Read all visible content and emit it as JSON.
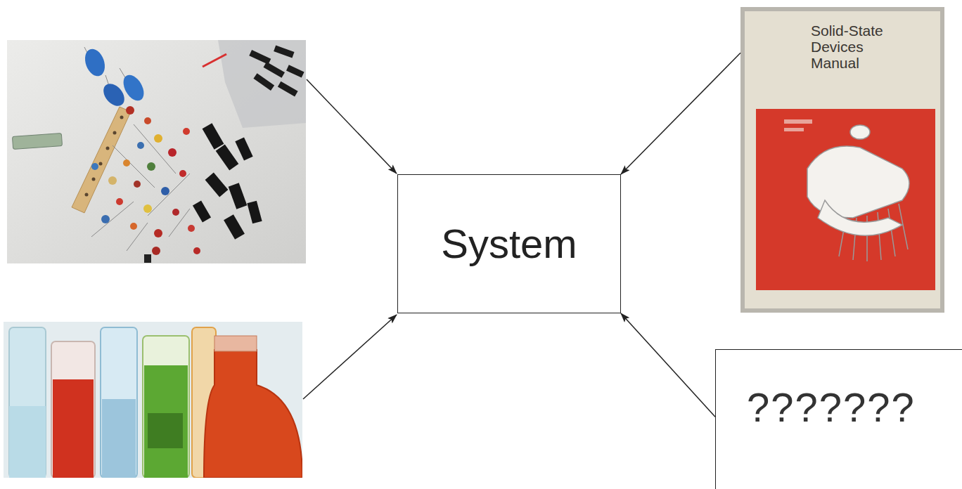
{
  "diagram": {
    "nodes": [
      {
        "text": [
          "Solid-State Devices Manual"
        ]
      },
      {
        "text": [
          "System"
        ]
      },
      {
        "text": [
          "???????"
        ]
      }
    ],
    "edges": [
      {
        "from": 0,
        "to": 1,
        "arrow": "to"
      },
      {
        "from": 2,
        "to": 1,
        "arrow": "to"
      }
    ]
  }
}
